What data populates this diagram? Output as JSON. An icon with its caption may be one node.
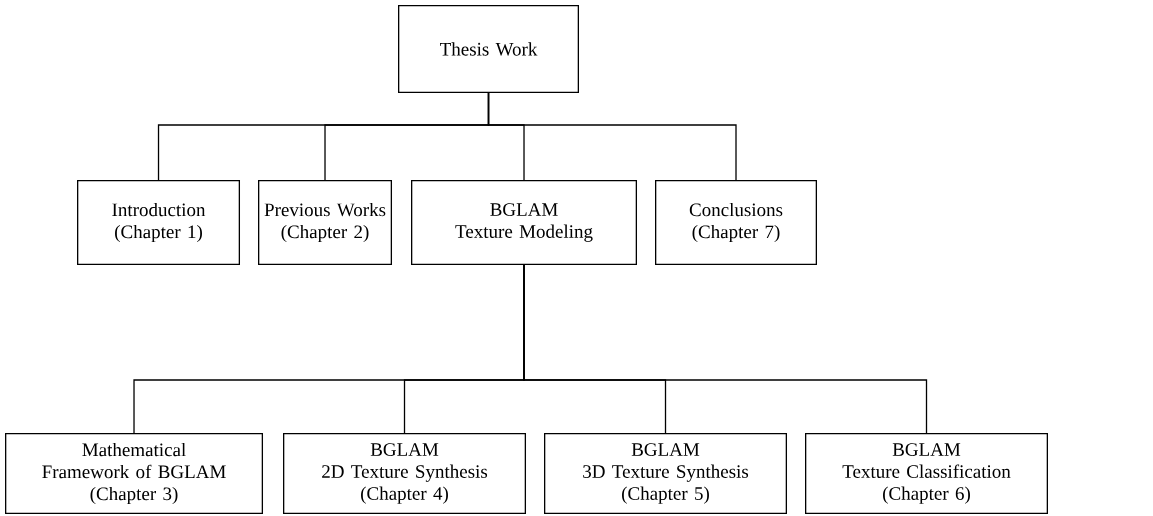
{
  "diagram": {
    "nodes": [
      {
        "text": [
          "Thesis Work"
        ]
      },
      {
        "text": [
          "Introduction",
          "(Chapter 1)"
        ]
      },
      {
        "text": [
          "Previous Works",
          "(Chapter 2)"
        ]
      },
      {
        "text": [
          "BGLAM",
          "Texture Modeling"
        ]
      },
      {
        "text": [
          "Conclusions",
          "(Chapter 7)"
        ]
      },
      {
        "text": [
          "Mathematical Framework of BGLAM",
          "(Chapter 3)"
        ]
      },
      {
        "text": [
          "BGLAM",
          "2D Texture Synthesis",
          "(Chapter 4)"
        ]
      },
      {
        "text": [
          "BGLAM",
          "3D Texture Synthesis",
          "(Chapter 5)"
        ]
      },
      {
        "text": [
          "BGLAM",
          "Texture Classification",
          "(Chapter 6)"
        ]
      }
    ],
    "edges": [
      {
        "from": 0,
        "to": 1,
        "arrow": "none"
      },
      {
        "from": 0,
        "to": 2,
        "arrow": "none"
      },
      {
        "from": 0,
        "to": 3,
        "arrow": "none"
      },
      {
        "from": 0,
        "to": 4,
        "arrow": "none"
      },
      {
        "from": 3,
        "to": 5,
        "arrow": "none"
      },
      {
        "from": 3,
        "to": 6,
        "arrow": "none"
      },
      {
        "from": 3,
        "to": 7,
        "arrow": "none"
      },
      {
        "from": 3,
        "to": 8,
        "arrow": "none"
      }
    ]
  }
}
